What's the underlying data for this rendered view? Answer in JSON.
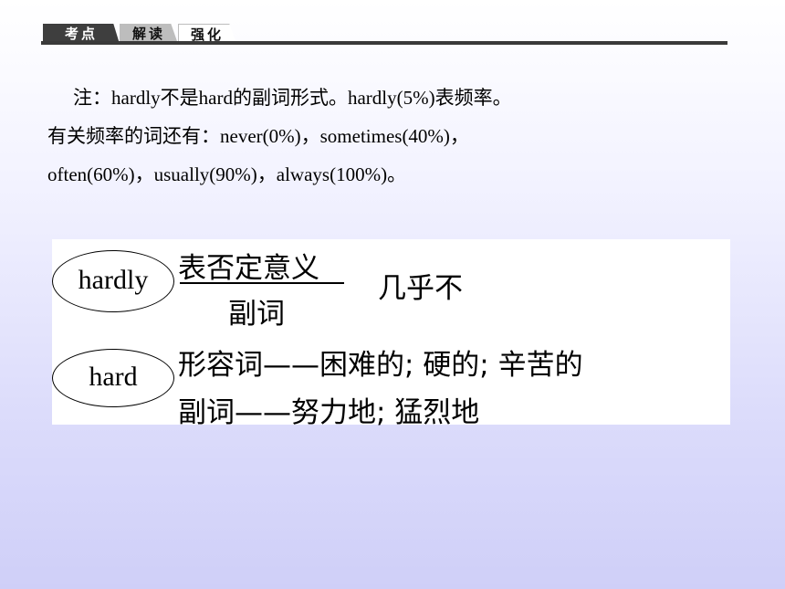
{
  "header": {
    "tabs": [
      {
        "label": "考点"
      },
      {
        "label": "解读"
      },
      {
        "label": "强化"
      }
    ]
  },
  "paragraph": {
    "line1": "注：hardly不是hard的副词形式。hardly(5%)表频率。",
    "line2": "有关频率的词还有：never(0%)，sometimes(40%)，",
    "line3": "often(60%)，usually(90%)，always(100%)。"
  },
  "figure": {
    "hardly": {
      "word": "hardly",
      "numerator": "表否定意义",
      "denominator": "副词",
      "meaning": "几乎不"
    },
    "hard": {
      "word": "hard",
      "line1": "形容词——困难的; 硬的; 辛苦的",
      "line2": "副词——努力地; 猛烈地"
    }
  }
}
